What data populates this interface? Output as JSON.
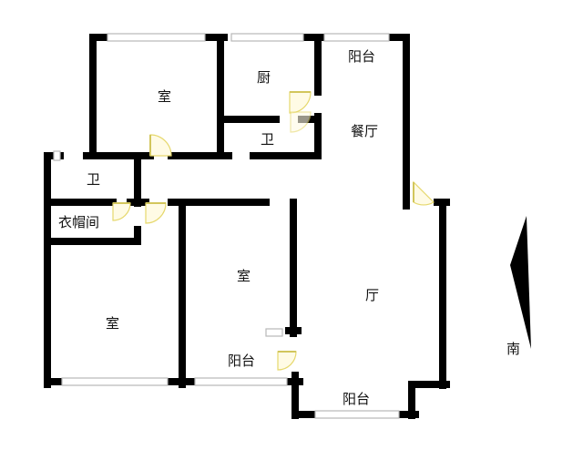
{
  "plan": {
    "rooms": {
      "room_top_left": "室",
      "kitchen": "厨",
      "balcony_north": "阳台",
      "dining": "餐厅",
      "bath_north": "卫",
      "bath_west": "卫",
      "closet": "衣帽间",
      "room_middle": "室",
      "living": "厅",
      "room_bottom_left": "室",
      "balcony_middle": "阳台",
      "balcony_south": "阳台"
    },
    "compass": {
      "label": "南"
    }
  }
}
